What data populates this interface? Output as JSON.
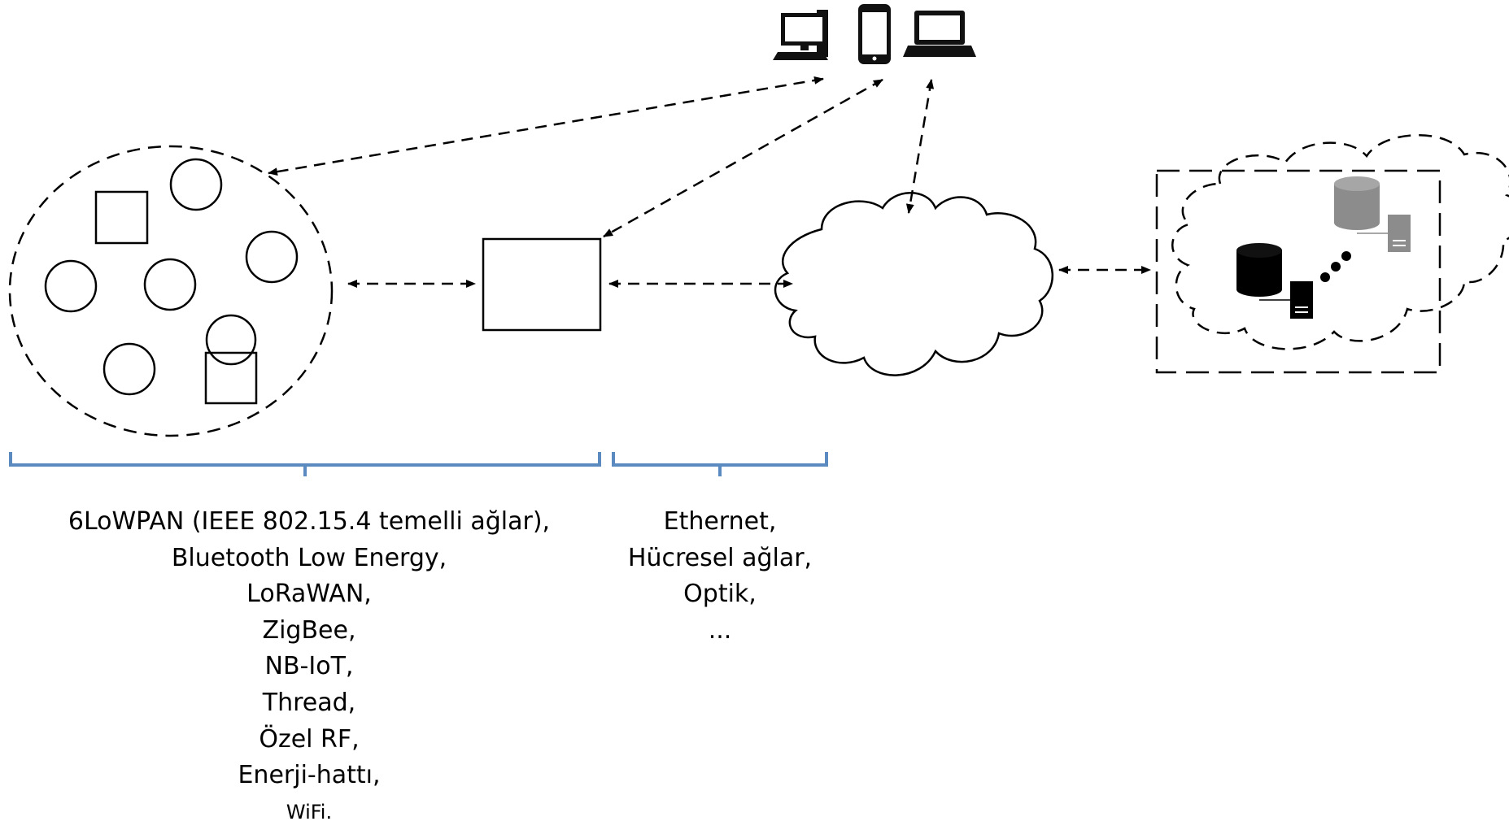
{
  "diagram": {
    "colors": {
      "stroke": "#000000",
      "brace": "#5b8ac0",
      "db_dark": "#000000",
      "db_light": "#8c8c8c"
    },
    "icons": {
      "clients": [
        "desktop-computer-icon",
        "smartphone-icon",
        "laptop-icon"
      ],
      "data_center": [
        "database-icon",
        "server-icon"
      ]
    }
  },
  "labels": {
    "local_protocols": [
      "6LoWPAN (IEEE 802.15.4 temelli ağlar),",
      "Bluetooth Low Energy,",
      "LoRaWAN,",
      "ZigBee,",
      "NB-IoT,",
      "Thread,",
      "Özel RF,",
      "Enerji-hattı,",
      "WiFi."
    ],
    "wan_protocols": [
      "Ethernet,",
      "Hücresel ağlar,",
      "Optik,",
      "..."
    ]
  }
}
